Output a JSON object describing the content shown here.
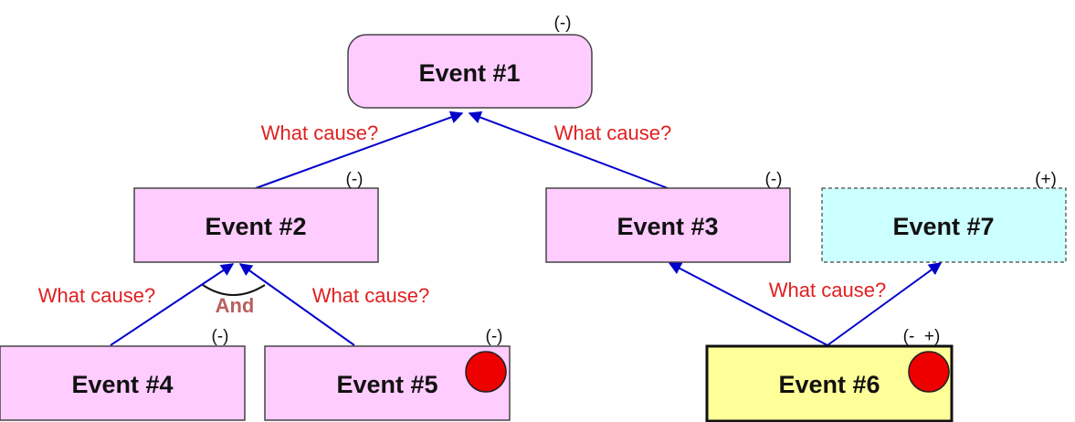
{
  "colors": {
    "event_fill": "#ffccff",
    "event_border": "#444444",
    "event7_fill": "#ccffff",
    "event6_fill": "#ffff99",
    "arrow": "#0000cc",
    "question_text": "#e02020",
    "and_text": "#b86060",
    "marker": "#ee0000"
  },
  "events": {
    "e1": {
      "label": "Event #1",
      "sign": "(-)"
    },
    "e2": {
      "label": "Event #2",
      "sign": "(-)"
    },
    "e3": {
      "label": "Event #3",
      "sign": "(-)"
    },
    "e4": {
      "label": "Event #4",
      "sign": "(-)"
    },
    "e5": {
      "label": "Event #5",
      "sign": "(-)"
    },
    "e6": {
      "label": "Event #6",
      "sign": "(-  +)"
    },
    "e7": {
      "label": "Event #7",
      "sign": "(+)"
    }
  },
  "questions": {
    "q_e2_e1": "What cause?",
    "q_e3_e1": "What cause?",
    "q_e4_e2": "What cause?",
    "q_e5_e2": "What cause?",
    "q_e6": "What cause?"
  },
  "gate": {
    "label": "And"
  },
  "markers": [
    "e5",
    "e6"
  ]
}
